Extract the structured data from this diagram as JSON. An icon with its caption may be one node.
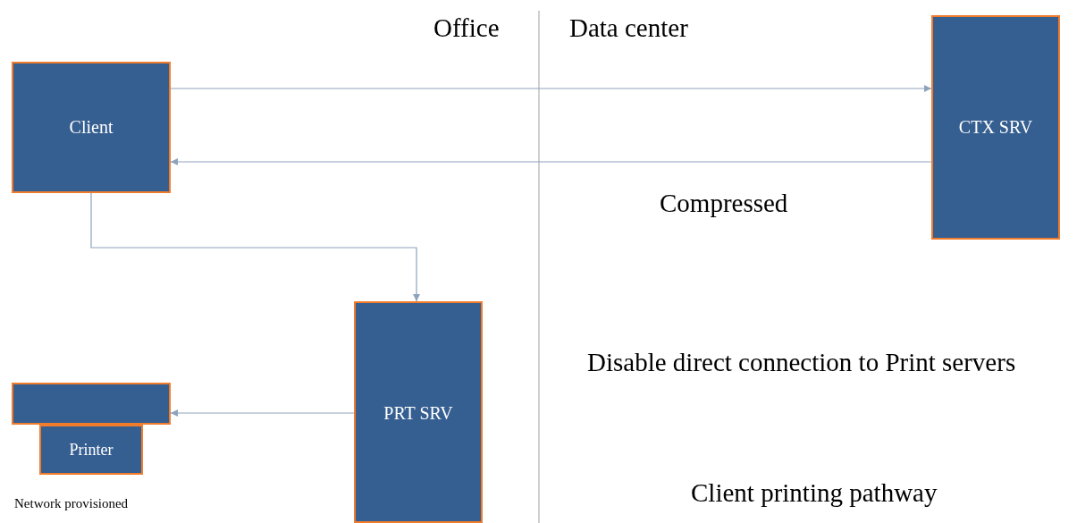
{
  "diagram": {
    "nodes": [
      {
        "text": [
          "Client"
        ]
      },
      {
        "text": [
          "CTX SRV"
        ]
      },
      {
        "text": [
          "PRT SRV"
        ]
      },
      {
        "text": [],
        "shape": "box"
      },
      {
        "text": [
          "Printer"
        ],
        "beside": [
          "Network provisioned"
        ]
      }
    ],
    "edges": [
      {
        "from": 0,
        "to": 1,
        "arrow": "to"
      },
      {
        "from": 1,
        "to": 0,
        "arrow": "to"
      },
      {
        "from": 0,
        "to": 2,
        "arrow": "to"
      },
      {
        "from": 2,
        "to": 3,
        "arrow": "to"
      }
    ],
    "labels": [
      "Office",
      "Data center",
      "Compressed",
      "Disable direct connection to Print servers",
      "Client printing pathway"
    ]
  }
}
